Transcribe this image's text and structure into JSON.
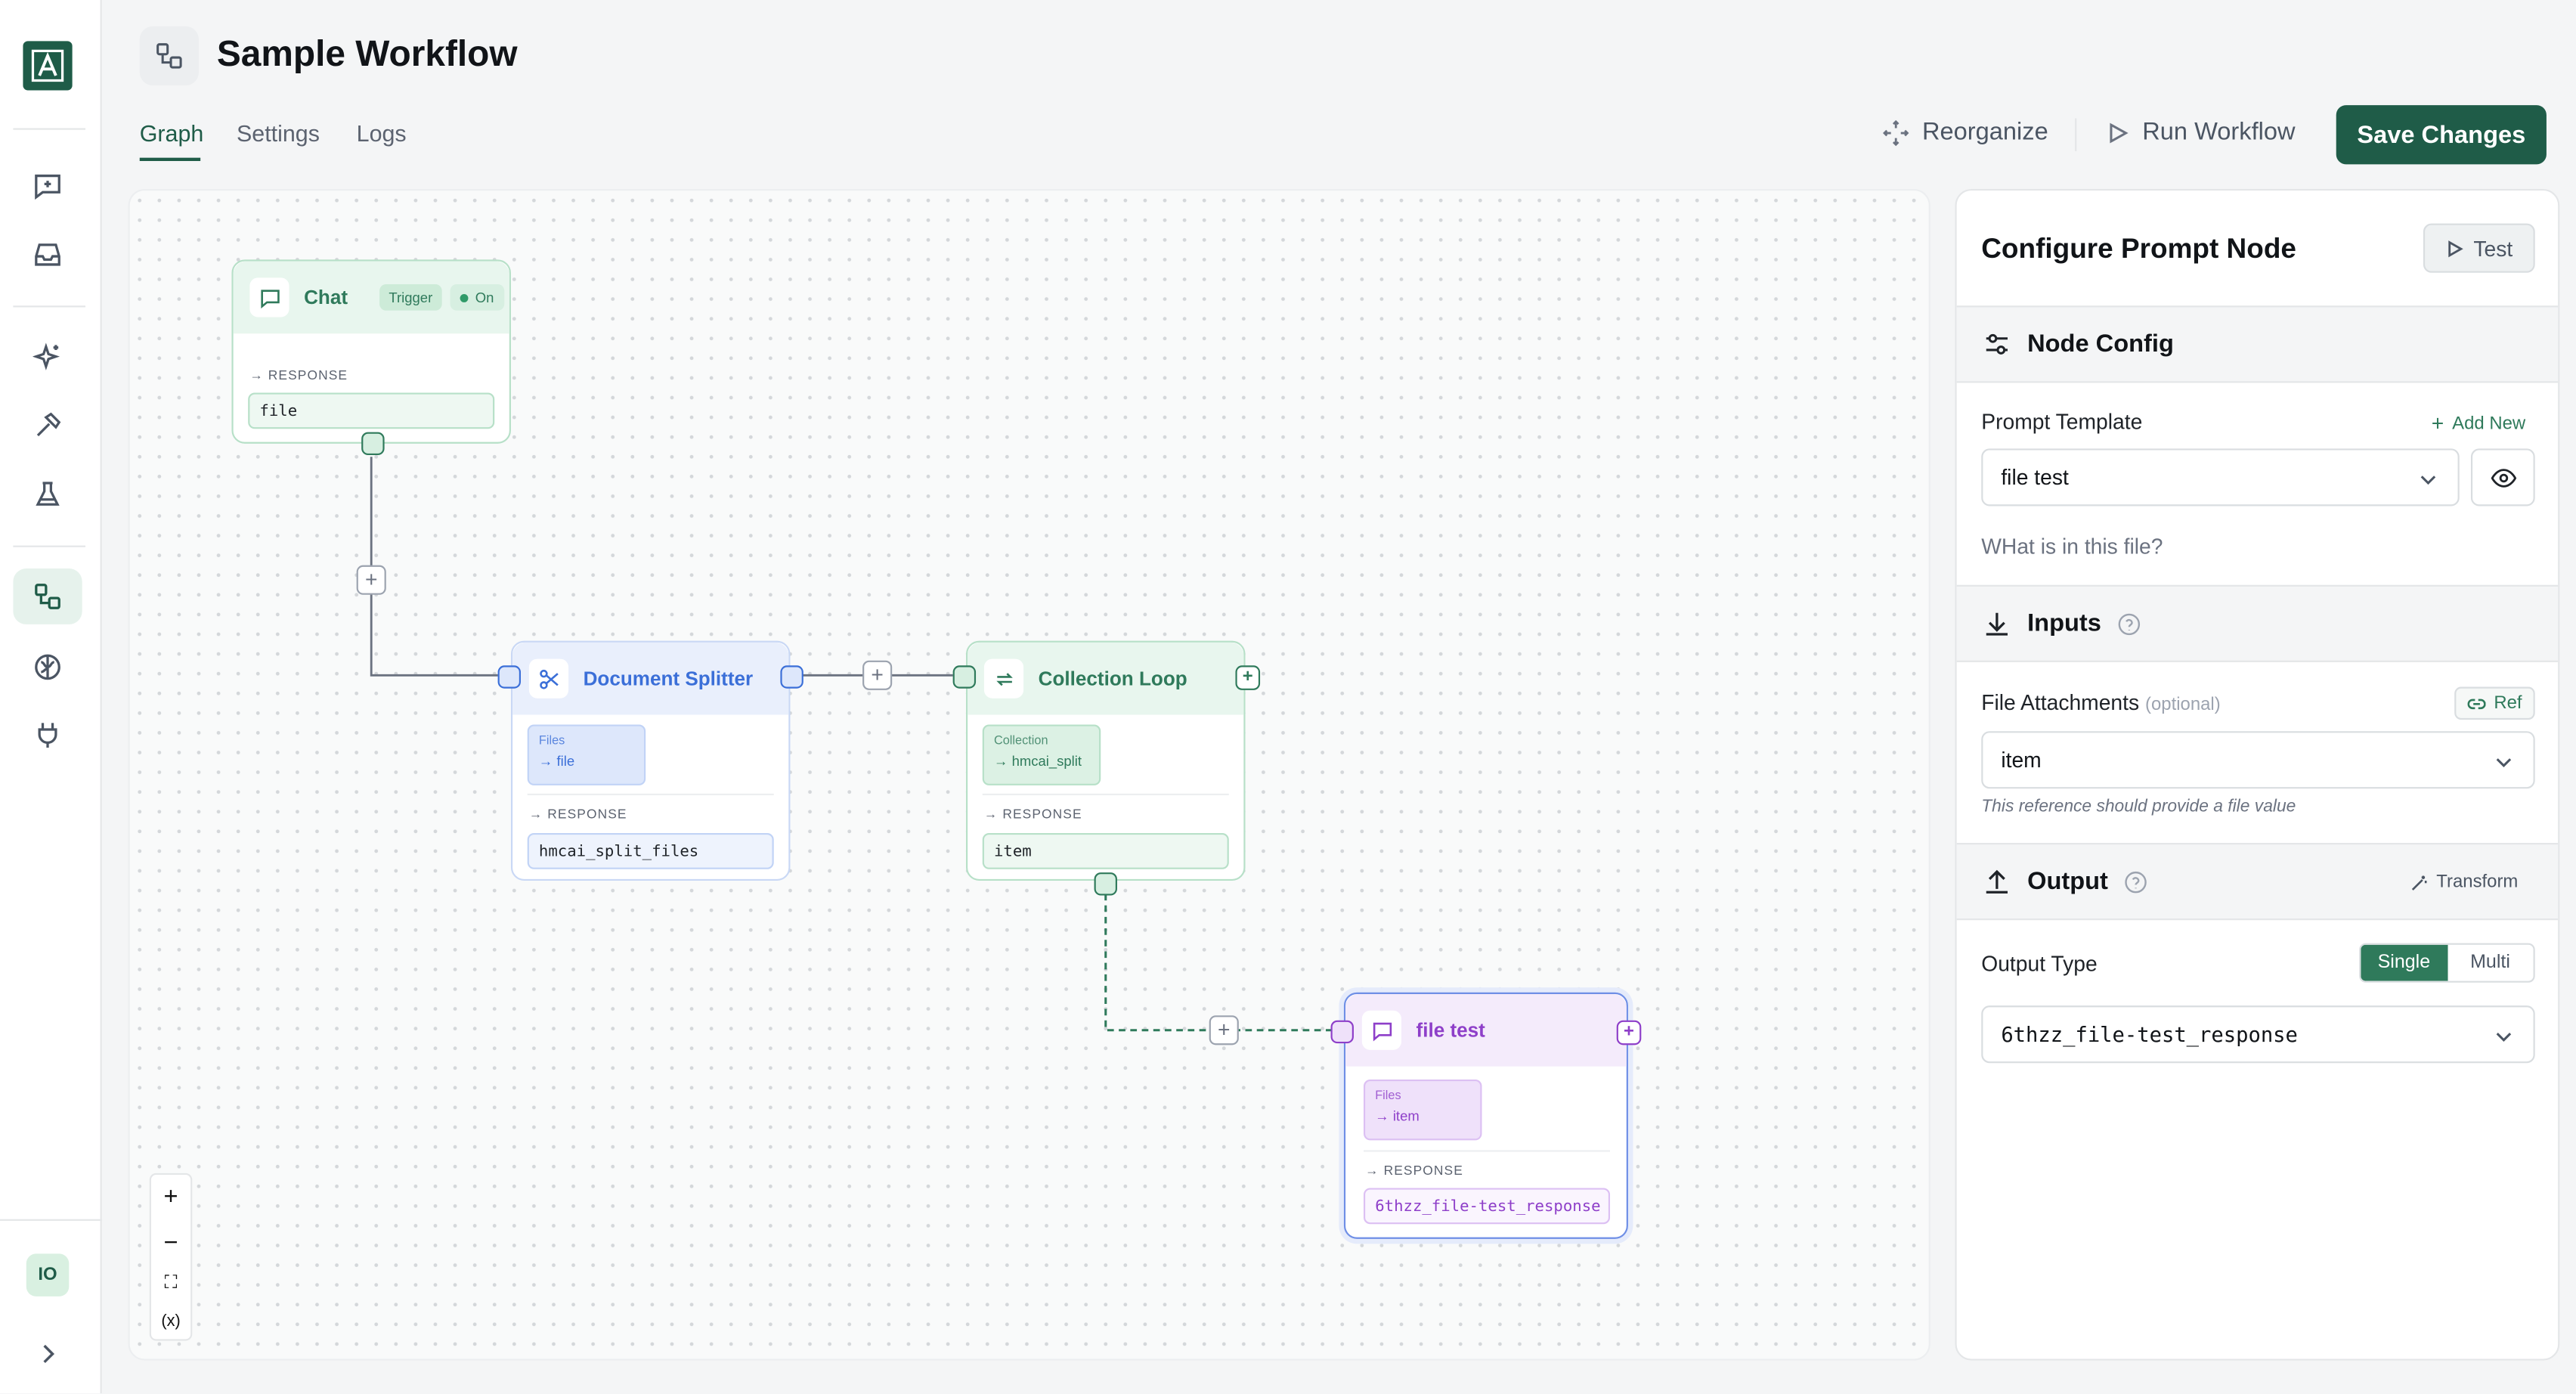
{
  "app": {
    "logo_icon": "app-logo-icon",
    "avatar_initials": "IO"
  },
  "header": {
    "title": "Sample Workflow",
    "tabs": [
      {
        "label": "Graph",
        "active": true
      },
      {
        "label": "Settings",
        "active": false
      },
      {
        "label": "Logs",
        "active": false
      }
    ],
    "reorganize_label": "Reorganize",
    "run_label": "Run Workflow",
    "save_label": "Save Changes"
  },
  "graph": {
    "chat_node": {
      "title": "Chat",
      "badge": "Trigger",
      "status": "On",
      "response_label": "RESPONSE",
      "response_value": "file"
    },
    "splitter_node": {
      "title": "Document Splitter",
      "input_key": "Files",
      "input_value": "→ file",
      "response_label": "RESPONSE",
      "response_value": "hmcai_split_files"
    },
    "loop_node": {
      "title": "Collection Loop",
      "input_key": "Collection",
      "input_value": "→ hmcai_split",
      "response_label": "RESPONSE",
      "response_value": "item"
    },
    "prompt_node": {
      "title": "file test",
      "input_key": "Files",
      "input_value": "→ item",
      "response_label": "RESPONSE",
      "response_value": "6thzz_file-test_response"
    },
    "zoom_controls": [
      "+",
      "−",
      "⛶",
      "(x)"
    ]
  },
  "panel": {
    "title": "Configure Prompt Node",
    "test_label": "Test",
    "node_config": {
      "heading": "Node Config",
      "prompt_template_label": "Prompt Template",
      "add_new_label": "Add New",
      "selected_template": "file test",
      "template_preview": "WHat is in this file?"
    },
    "inputs": {
      "heading": "Inputs",
      "file_attachments_label": "File Attachments",
      "optional_label": "(optional)",
      "ref_label": "Ref",
      "selected_value": "item",
      "note": "This reference should provide a file value"
    },
    "output": {
      "heading": "Output",
      "transform_label": "Transform",
      "output_type_label": "Output Type",
      "options": [
        "Single",
        "Multi"
      ],
      "selected_option": "Single",
      "selected_value": "6thzz_file-test_response"
    }
  },
  "colors": {
    "brand": "#1f5c48",
    "accent_green": "#2f7a5b",
    "splitter_blue": "#3b6fd8",
    "prompt_purple": "#8e3fc9"
  }
}
